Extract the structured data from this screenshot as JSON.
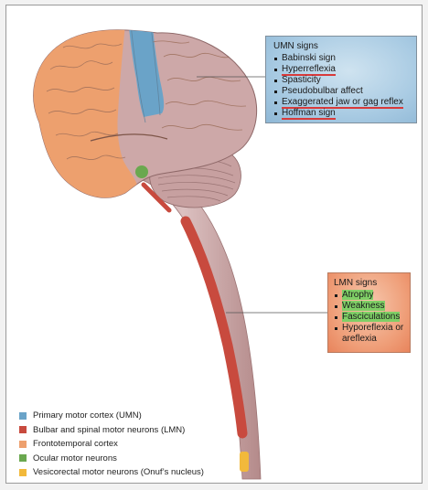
{
  "umn_callout": {
    "title": "UMN signs",
    "items": [
      {
        "label": "Babinski sign",
        "mark": "none"
      },
      {
        "label": "Hyperreflexia",
        "mark": "underline"
      },
      {
        "label": "Spasticity",
        "mark": "none"
      },
      {
        "label": "Pseudobulbar affect",
        "mark": "none"
      },
      {
        "label": "Exaggerated jaw or gag reflex",
        "mark": "underline"
      },
      {
        "label": "Hoffman sign",
        "mark": "underline"
      }
    ]
  },
  "lmn_callout": {
    "title": "LMN signs",
    "items": [
      {
        "label": "Atrophy",
        "mark": "highlight"
      },
      {
        "label": "Weakness",
        "mark": "highlight"
      },
      {
        "label": "Fasciculations",
        "mark": "highlight"
      },
      {
        "label": "Hyporeflexia or areflexia",
        "mark": "none"
      }
    ]
  },
  "legend": [
    {
      "label": "Primary motor cortex (UMN)",
      "color": "#6aa3c8"
    },
    {
      "label": "Bulbar and spinal motor neurons (LMN)",
      "color": "#c84a3e"
    },
    {
      "label": "Frontotemporal cortex",
      "color": "#eda06e"
    },
    {
      "label": "Ocular motor neurons",
      "color": "#6aa84f"
    },
    {
      "label": "Vesicorectal motor neurons (Onuf’s nucleus)",
      "color": "#f2b93b"
    }
  ],
  "colors": {
    "brain_tissue": "#c9a3a3",
    "primary_motor_cortex": "#6aa3c8",
    "frontotemporal_cortex": "#eda06e",
    "motor_neuron_column": "#c84a3e",
    "ocular_motor_neurons": "#6aa84f",
    "onuf_nucleus": "#f2b93b",
    "annotation_underline": "#d83a3a",
    "annotation_highlight": "#7fcf66"
  }
}
